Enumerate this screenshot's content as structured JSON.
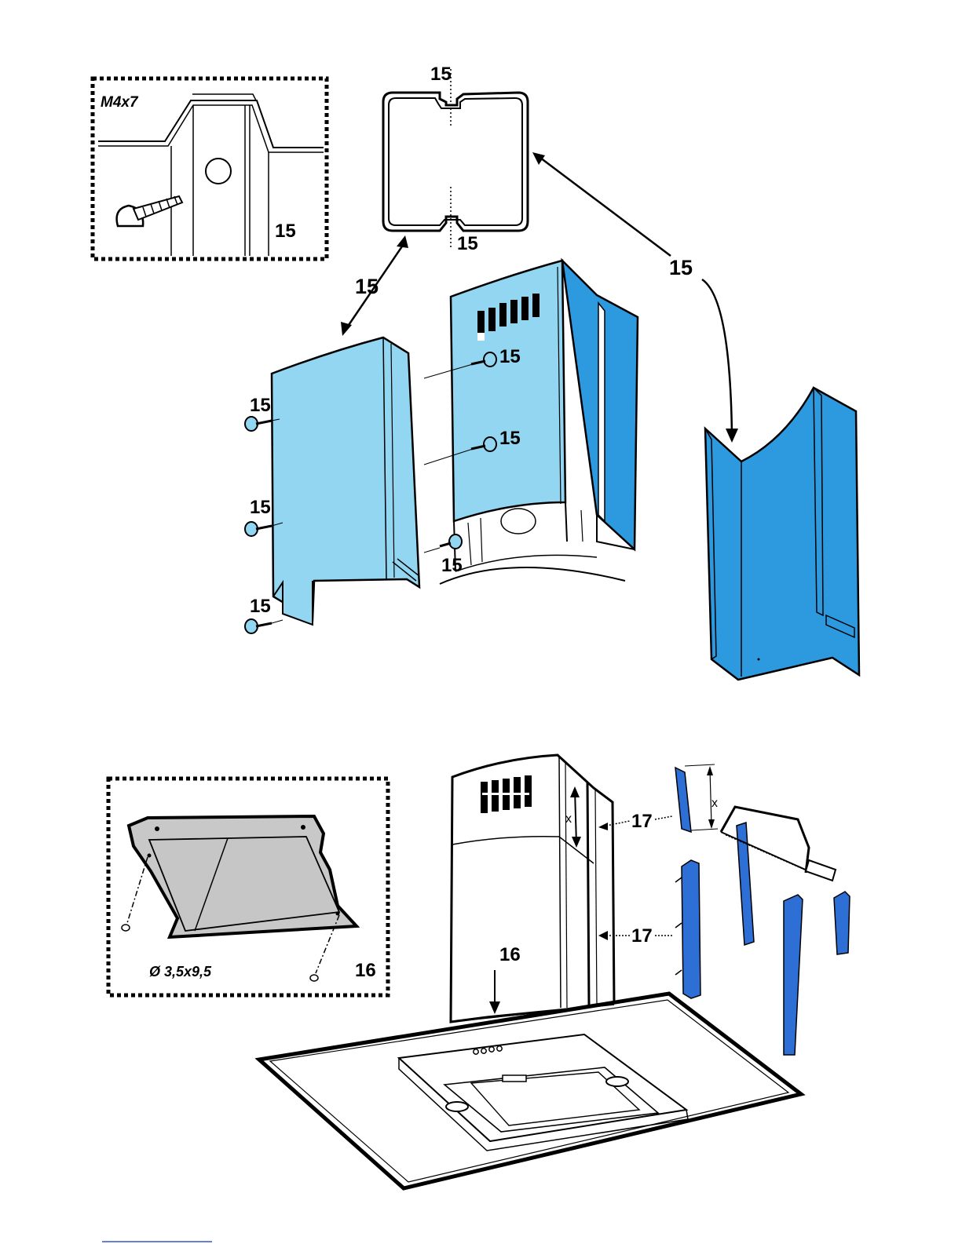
{
  "inset_top": {
    "screw_spec": "M4x7",
    "callout": "15"
  },
  "top_section": {
    "cross_section_top_label": "15",
    "cross_section_bottom_label": "15",
    "arrow_left_label": "15",
    "arrow_right_label": "15",
    "left_panel_screw_labels": [
      "15",
      "15",
      "15"
    ],
    "center_panel_screw_labels": [
      "15",
      "15",
      "15"
    ]
  },
  "inset_bottom": {
    "screw_spec": "Ø 3,5x9,5",
    "callout": "16"
  },
  "bottom_section": {
    "arrow_16_label": "16",
    "guide_upper_label": "17",
    "guide_lower_label": "17",
    "chimney_dimension": "x",
    "rail_dimension": "x"
  },
  "colors": {
    "panel_light_blue": "#93d6f2",
    "panel_blue": "#2d9ae0",
    "rail_blue": "#2e6fd6",
    "filter_grey": "#c8c8c8",
    "line": "#000000"
  }
}
